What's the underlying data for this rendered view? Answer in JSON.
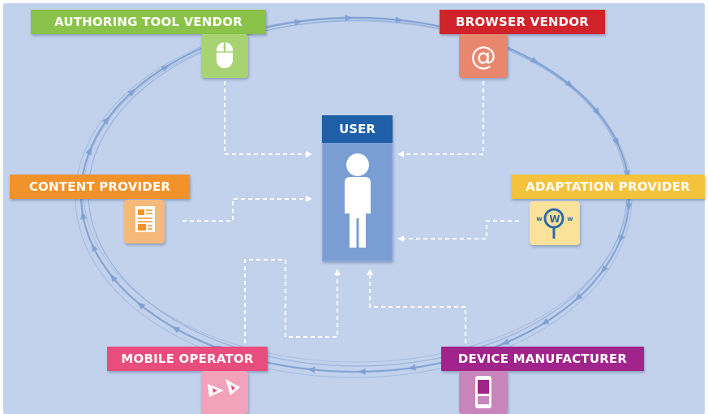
{
  "user": {
    "label": "USER",
    "icon": "person-icon"
  },
  "roles": {
    "authoring": {
      "label": "AUTHORING TOOL VENDOR",
      "icon": "mouse-icon",
      "color": "#8bc24a",
      "tile": "#a8d373"
    },
    "browser": {
      "label": "BROWSER VENDOR",
      "icon": "at-sign-icon",
      "color": "#d0232a",
      "tile": "#e8876d"
    },
    "content": {
      "label": "CONTENT PROVIDER",
      "icon": "document-icon",
      "color": "#f2922b",
      "tile": "#f5b97a"
    },
    "adaptation": {
      "label": "ADAPTATION PROVIDER",
      "icon": "www-magnifier-icon",
      "color": "#f5c33b",
      "tile": "#fbe29a"
    },
    "mobile": {
      "label": "MOBILE OPERATOR",
      "icon": "signal-antenna-icon",
      "color": "#e84d7e",
      "tile": "#f2a3bb"
    },
    "device": {
      "label": "DEVICE MANUFACTURER",
      "icon": "mobile-phone-icon",
      "color": "#a0248c",
      "tile": "#c785bb"
    }
  }
}
